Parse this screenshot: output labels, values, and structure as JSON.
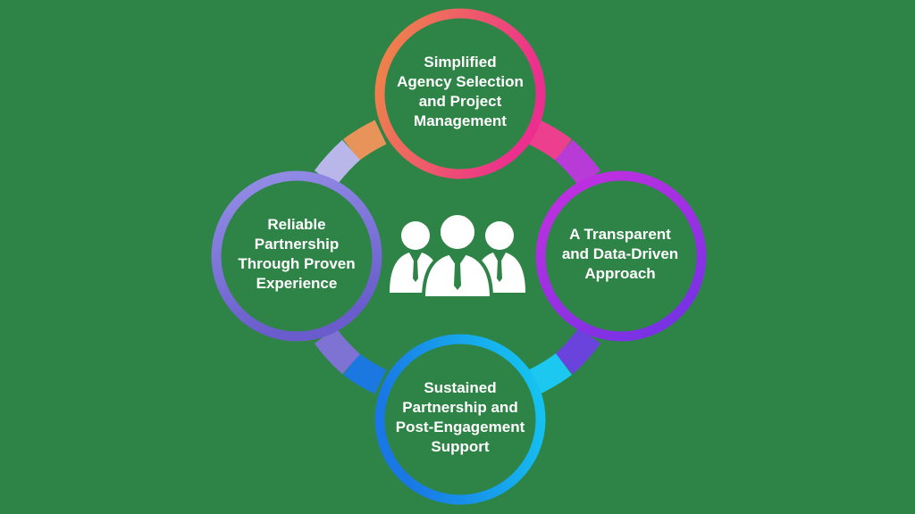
{
  "diagram": {
    "nodes": [
      {
        "id": "top",
        "label": "Simplified\nAgency Selection\nand Project\nManagement",
        "gradient": [
          "#ef8a44",
          "#ec2f8e"
        ]
      },
      {
        "id": "right",
        "label": "A Transparent\nand Data-Driven\nApproach",
        "gradient": [
          "#b52de0",
          "#7a32e6"
        ]
      },
      {
        "id": "bottom",
        "label": "Sustained\nPartnership and\nPost-Engagement\nSupport",
        "gradient": [
          "#1b7fe8",
          "#13c8f0"
        ]
      },
      {
        "id": "left",
        "label": "Reliable\nPartnership\nThrough Proven\nExperience",
        "gradient": [
          "#8a86e4",
          "#6b5fd0"
        ]
      }
    ],
    "center_icon": "business-team-icon",
    "colors": {
      "background": "#2e8446",
      "ring_fill": "#2e8446",
      "connector_top_left": "#e8935a",
      "connector_left_top": "#b9b7ea",
      "connector_top_right": "#ec3f8e",
      "connector_right_top": "#b83bd8",
      "connector_right_bottom": "#6a43dc",
      "connector_bottom_right": "#1cc8f0",
      "connector_bottom_left": "#1a78e0",
      "connector_left_bottom": "#7e72d2"
    }
  }
}
